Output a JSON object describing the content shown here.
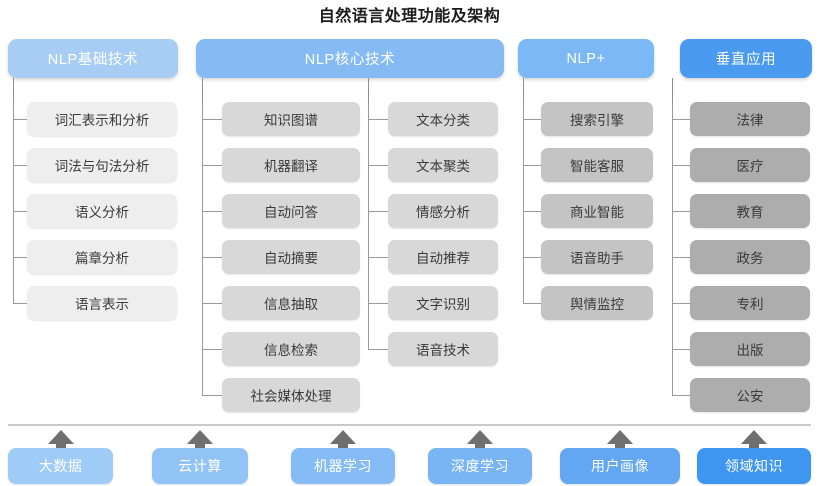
{
  "title": "自然语言处理功能及架构",
  "colors": {
    "header_basic": "#a8cdf5",
    "header_core": "#85bbf2",
    "header_plus": "#7cb8f5",
    "header_vertical": "#4a9bf0",
    "node_level1": "#eeeeee",
    "node_level2": "#d8d8d8",
    "node_level3": "#c4c4c4",
    "node_level4": "#adadad",
    "connector": "#9a9a9a",
    "arrow": "#6f6f6f",
    "divider": "#c9c9c9",
    "title_text": "#1c1c1c"
  },
  "columns": [
    {
      "id": "nlp-basic",
      "header": "NLP基础技术",
      "groups": [
        {
          "items": [
            "词汇表示和分析",
            "词法与句法分析",
            "语义分析",
            "篇章分析",
            "语言表示"
          ]
        }
      ]
    },
    {
      "id": "nlp-core",
      "header": "NLP核心技术",
      "groups": [
        {
          "items": [
            "知识图谱",
            "机器翻译",
            "自动问答",
            "自动摘要",
            "信息抽取",
            "信息检索",
            "社会媒体处理"
          ]
        },
        {
          "items": [
            "文本分类",
            "文本聚类",
            "情感分析",
            "自动推荐",
            "文字识别",
            "语音技术"
          ]
        }
      ]
    },
    {
      "id": "nlp-plus",
      "header": "NLP+",
      "groups": [
        {
          "items": [
            "搜索引擎",
            "智能客服",
            "商业智能",
            "语音助手",
            "舆情监控"
          ]
        }
      ]
    },
    {
      "id": "vertical-application",
      "header": "垂直应用",
      "groups": [
        {
          "items": [
            "法律",
            "医疗",
            "教育",
            "政务",
            "专利",
            "出版",
            "公安"
          ]
        }
      ]
    }
  ],
  "foundation": {
    "items": [
      "大数据",
      "云计算",
      "机器学习",
      "深度学习",
      "用户画像",
      "领域知识"
    ],
    "colors": [
      "#9fcbf7",
      "#92c3f6",
      "#86bcf5",
      "#79b4f4",
      "#63a6f2",
      "#3f96f0"
    ]
  },
  "watermark": ""
}
